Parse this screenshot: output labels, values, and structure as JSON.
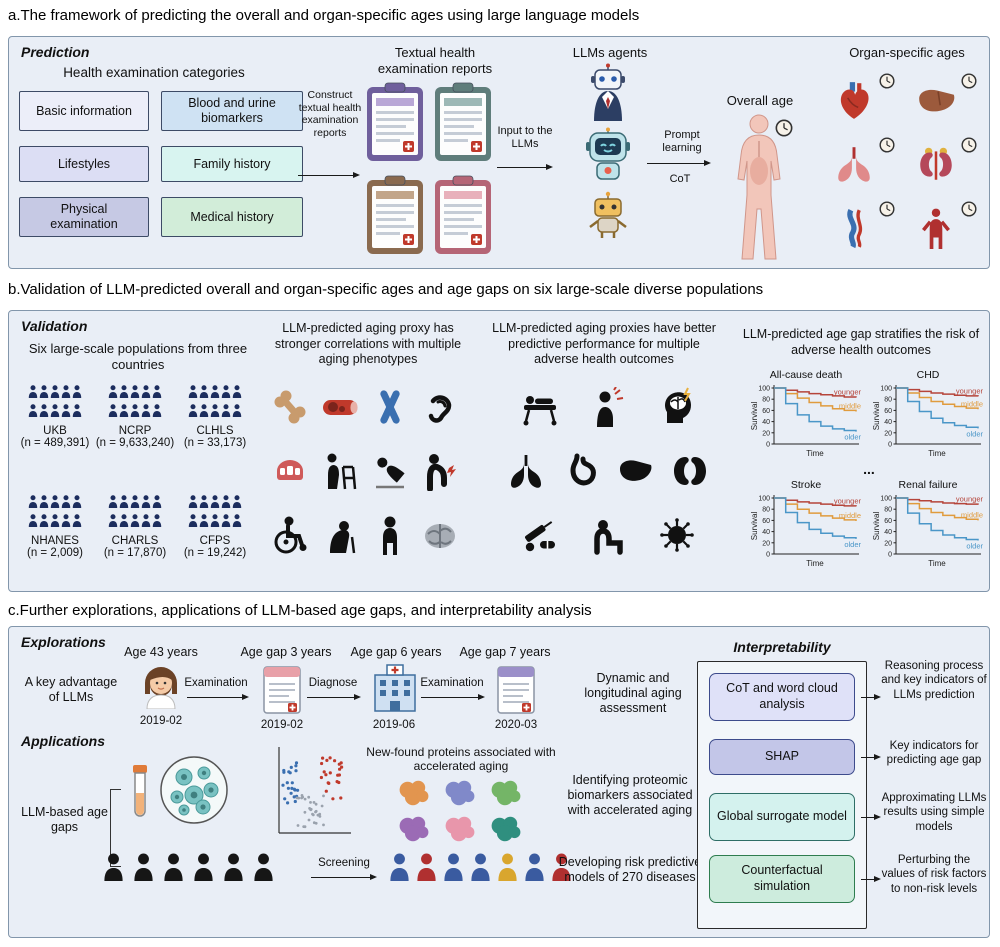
{
  "page": {
    "background": "#ffffff",
    "panel_bg": "#e9eef6",
    "panel_border": "#8296ab"
  },
  "sections": {
    "a_title": "a.The framework of predicting the overall and organ-specific ages using large language models",
    "b_title": "b.Validation of LLM-predicted overall and organ-specific ages and age gaps on six large-scale diverse populations",
    "c_title": "c.Further explorations, applications of LLM-based age gaps, and interpretability analysis"
  },
  "panel_a": {
    "label": "Prediction",
    "categories_title": "Health examination categories",
    "categories": [
      {
        "label": "Basic information",
        "bg": "#eceef9"
      },
      {
        "label": "Blood and urine biomarkers",
        "bg": "#cfe2f3"
      },
      {
        "label": "Lifestyles",
        "bg": "#dcdef4"
      },
      {
        "label": "Family history",
        "bg": "#d8f4f0"
      },
      {
        "label": "Physical examination",
        "bg": "#c6c9e4"
      },
      {
        "label": "Medical history",
        "bg": "#d2edd9"
      }
    ],
    "construct_label": "Construct textual health examination reports",
    "reports_title": "Textual health examination reports",
    "clipboard_icons": [
      "clipboard-report-icon-1",
      "clipboard-report-icon-2",
      "clipboard-report-icon-3",
      "clipboard-report-icon-4"
    ],
    "input_label": "Input to the LLMs",
    "llm_agents_title": "LLMs agents",
    "robot_icons": [
      "business-robot-icon",
      "assistant-robot-icon",
      "toy-robot-icon"
    ],
    "prompt_label": "Prompt learning",
    "cot_label": "CoT",
    "overall_age_label": "Overall age",
    "organ_ages_title": "Organ-specific ages",
    "organ_icons": [
      "heart-icon",
      "liver-icon",
      "lungs-icon",
      "kidneys-icon",
      "vessels-icon",
      "muscles-icon"
    ]
  },
  "panel_b": {
    "label": "Validation",
    "populations_title": "Six large-scale populations from three countries",
    "populations": [
      {
        "name": "UKB",
        "n": "(n = 489,391)"
      },
      {
        "name": "NCRP",
        "n": "(n = 9,633,240)"
      },
      {
        "name": "CLHLS",
        "n": "(n = 33,173)"
      },
      {
        "name": "NHANES",
        "n": "(n = 2,009)"
      },
      {
        "name": "CHARLS",
        "n": "(n = 17,870)"
      },
      {
        "name": "CFPS",
        "n": "(n = 19,242)"
      }
    ],
    "phenotypes_title": "LLM-predicted aging proxy has stronger correlations with multiple aging phenotypes",
    "phenotype_icons": [
      "bone-icon",
      "artery-icon",
      "chromosome-icon",
      "ear-icon",
      "denture-icon",
      "walker-icon",
      "falling-icon",
      "backpain-icon",
      "wheelchair-icon",
      "hunched-icon",
      "standing-icon",
      "brain-icon"
    ],
    "outcomes_title": "LLM-predicted aging proxies have better predictive performance for multiple adverse health outcomes",
    "outcome_icons": [
      [
        "stretcher-icon",
        "sick-person-icon",
        "head-pain-icon"
      ],
      [
        "lungs-black-icon",
        "stomach-icon",
        "liver-black-icon",
        "kidneys-black-icon"
      ],
      [
        "medicine-icon",
        "tired-person-icon",
        "virus-icon"
      ]
    ],
    "stratify_title": "LLM-predicted age gap stratifies the risk of adverse health outcomes",
    "ellipsis": "..."
  },
  "chart_data": [
    {
      "type": "line",
      "title": "All-cause death",
      "xlabel": "Time",
      "ylabel": "Survival",
      "ylim": [
        0,
        100
      ],
      "x": [
        0,
        1,
        2,
        3,
        4,
        5,
        6,
        7
      ],
      "series": [
        {
          "name": "younger",
          "color": "#b5443a",
          "values": [
            100,
            96,
            93,
            90,
            88,
            86,
            84,
            83
          ]
        },
        {
          "name": "middle",
          "color": "#e09b3d",
          "values": [
            100,
            90,
            82,
            74,
            68,
            63,
            60,
            58
          ]
        },
        {
          "name": "older",
          "color": "#4a96c8",
          "values": [
            100,
            72,
            52,
            40,
            32,
            27,
            24,
            22
          ]
        }
      ]
    },
    {
      "type": "line",
      "title": "CHD",
      "xlabel": "Time",
      "ylabel": "Survival",
      "ylim": [
        0,
        100
      ],
      "x": [
        0,
        1,
        2,
        3,
        4,
        5,
        6,
        7
      ],
      "series": [
        {
          "name": "younger",
          "color": "#b5443a",
          "values": [
            100,
            97,
            94,
            91,
            89,
            87,
            86,
            85
          ]
        },
        {
          "name": "middle",
          "color": "#e09b3d",
          "values": [
            100,
            91,
            83,
            76,
            71,
            67,
            64,
            62
          ]
        },
        {
          "name": "older",
          "color": "#4a96c8",
          "values": [
            100,
            76,
            58,
            46,
            38,
            33,
            30,
            28
          ]
        }
      ]
    },
    {
      "type": "line",
      "title": "Stroke",
      "xlabel": "Time",
      "ylabel": "Survival",
      "ylim": [
        0,
        100
      ],
      "x": [
        0,
        1,
        2,
        3,
        4,
        5,
        6,
        7
      ],
      "series": [
        {
          "name": "younger",
          "color": "#b5443a",
          "values": [
            100,
            96,
            93,
            91,
            89,
            87,
            86,
            85
          ]
        },
        {
          "name": "middle",
          "color": "#e09b3d",
          "values": [
            100,
            89,
            80,
            73,
            68,
            64,
            61,
            59
          ]
        },
        {
          "name": "older",
          "color": "#4a96c8",
          "values": [
            100,
            74,
            56,
            44,
            37,
            32,
            29,
            27
          ]
        }
      ]
    },
    {
      "type": "line",
      "title": "Renal failure",
      "xlabel": "Time",
      "ylabel": "Survival",
      "ylim": [
        0,
        100
      ],
      "x": [
        0,
        1,
        2,
        3,
        4,
        5,
        6,
        7
      ],
      "series": [
        {
          "name": "younger",
          "color": "#b5443a",
          "values": [
            100,
            97,
            95,
            93,
            91,
            90,
            89,
            88
          ]
        },
        {
          "name": "middle",
          "color": "#e09b3d",
          "values": [
            100,
            90,
            81,
            74,
            69,
            65,
            62,
            60
          ]
        },
        {
          "name": "older",
          "color": "#4a96c8",
          "values": [
            100,
            73,
            54,
            42,
            34,
            29,
            26,
            24
          ]
        }
      ]
    }
  ],
  "panel_c": {
    "explorations_label": "Explorations",
    "timeline": {
      "age_label": "Age 43 years",
      "gap_labels": [
        "Age gap 3 years",
        "Age gap 6 years",
        "Age gap 7 years"
      ],
      "step_labels": [
        "Examination",
        "Diagnose",
        "Examination"
      ],
      "dates": [
        "2019-02",
        "2019-02",
        "2019-06",
        "2020-03"
      ]
    },
    "key_advantage": "A key advantage of LLMs",
    "dynamic_text": "Dynamic and longitudinal aging assessment",
    "applications_label": "Applications",
    "llm_age_gaps": "LLM-based age gaps",
    "proteins_title": "New-found proteins associated with accelerated aging",
    "identifying_text": "Identifying proteomic biomarkers associated with accelerated aging",
    "screening_label": "Screening",
    "developing_text": "Developing risk predictive models of 270 diseases",
    "person_colors": [
      "#3a5ba0",
      "#b03030",
      "#3a5ba0",
      "#3a5ba0",
      "#d9a62e",
      "#3a5ba0",
      "#b03030"
    ],
    "interpretability": {
      "label": "Interpretability",
      "methods": [
        {
          "label": "CoT and word cloud analysis",
          "bg": "#dfe1f8",
          "border": "#3d4b8c",
          "output": "Reasoning process and key indicators of LLMs prediction"
        },
        {
          "label": "SHAP",
          "bg": "#c3c6e8",
          "border": "#3d4b8c",
          "output": "Key indicators for predicting age gap"
        },
        {
          "label": "Global surrogate model",
          "bg": "#d4f2ee",
          "border": "#2e6e66",
          "output": "Approximating LLMs results using simple models"
        },
        {
          "label": "Counterfactual simulation",
          "bg": "#cdecdd",
          "border": "#2e7d4f",
          "output": "Perturbing the values of risk factors to non-risk levels"
        }
      ]
    }
  }
}
